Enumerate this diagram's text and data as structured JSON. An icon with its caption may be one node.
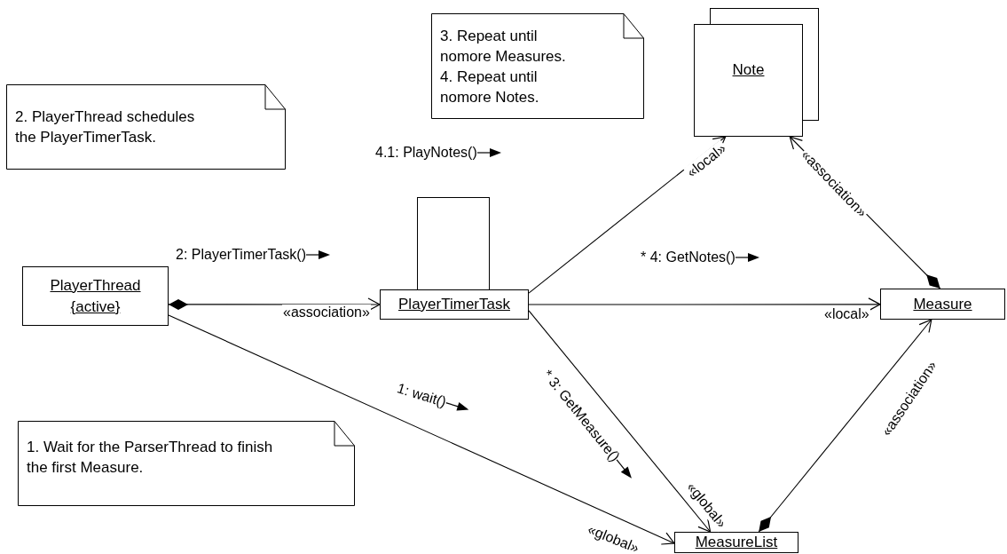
{
  "diagram": {
    "nodes": [
      {
        "text": [
          "2. PlayerThread schedules the PlayerTimerTask."
        ]
      },
      {
        "text": [
          "3. Repeat until nomore Measures.",
          "4. Repeat until nomore Notes."
        ]
      },
      {
        "text": [
          "Note"
        ]
      },
      {
        "text": [
          "PlayerThread {active}"
        ]
      },
      {
        "text": [
          "PlayerTimerTask"
        ]
      },
      {
        "text": [
          "Measure"
        ]
      },
      {
        "text": [
          "MeasureList"
        ]
      },
      {
        "text": [
          "1. Wait for the ParserThread to finish the first Measure."
        ]
      },
      {
        "text": [],
        "shape": "box"
      }
    ],
    "edges": [
      {
        "from": 3,
        "to": 4,
        "arrow": "to",
        "label": "«association»"
      },
      {
        "from": 3,
        "to": 6,
        "arrow": "to",
        "label": "«global»"
      },
      {
        "from": 4,
        "to": 2,
        "arrow": "to",
        "label": "«local»"
      },
      {
        "from": 4,
        "to": 5,
        "arrow": "to",
        "label": "«local»"
      },
      {
        "from": 4,
        "to": 6,
        "arrow": "to",
        "label": "«global»"
      },
      {
        "from": 5,
        "to": 2,
        "arrow": "to",
        "label": "«association»"
      },
      {
        "from": 6,
        "to": 5,
        "arrow": "to",
        "label": "«association»"
      }
    ],
    "labels": [
      "4.1: PlayNotes()",
      "2: PlayerTimerTask()",
      "* 4: GetNotes()",
      "1: wait()",
      "* 3: GetMeasure()"
    ]
  }
}
